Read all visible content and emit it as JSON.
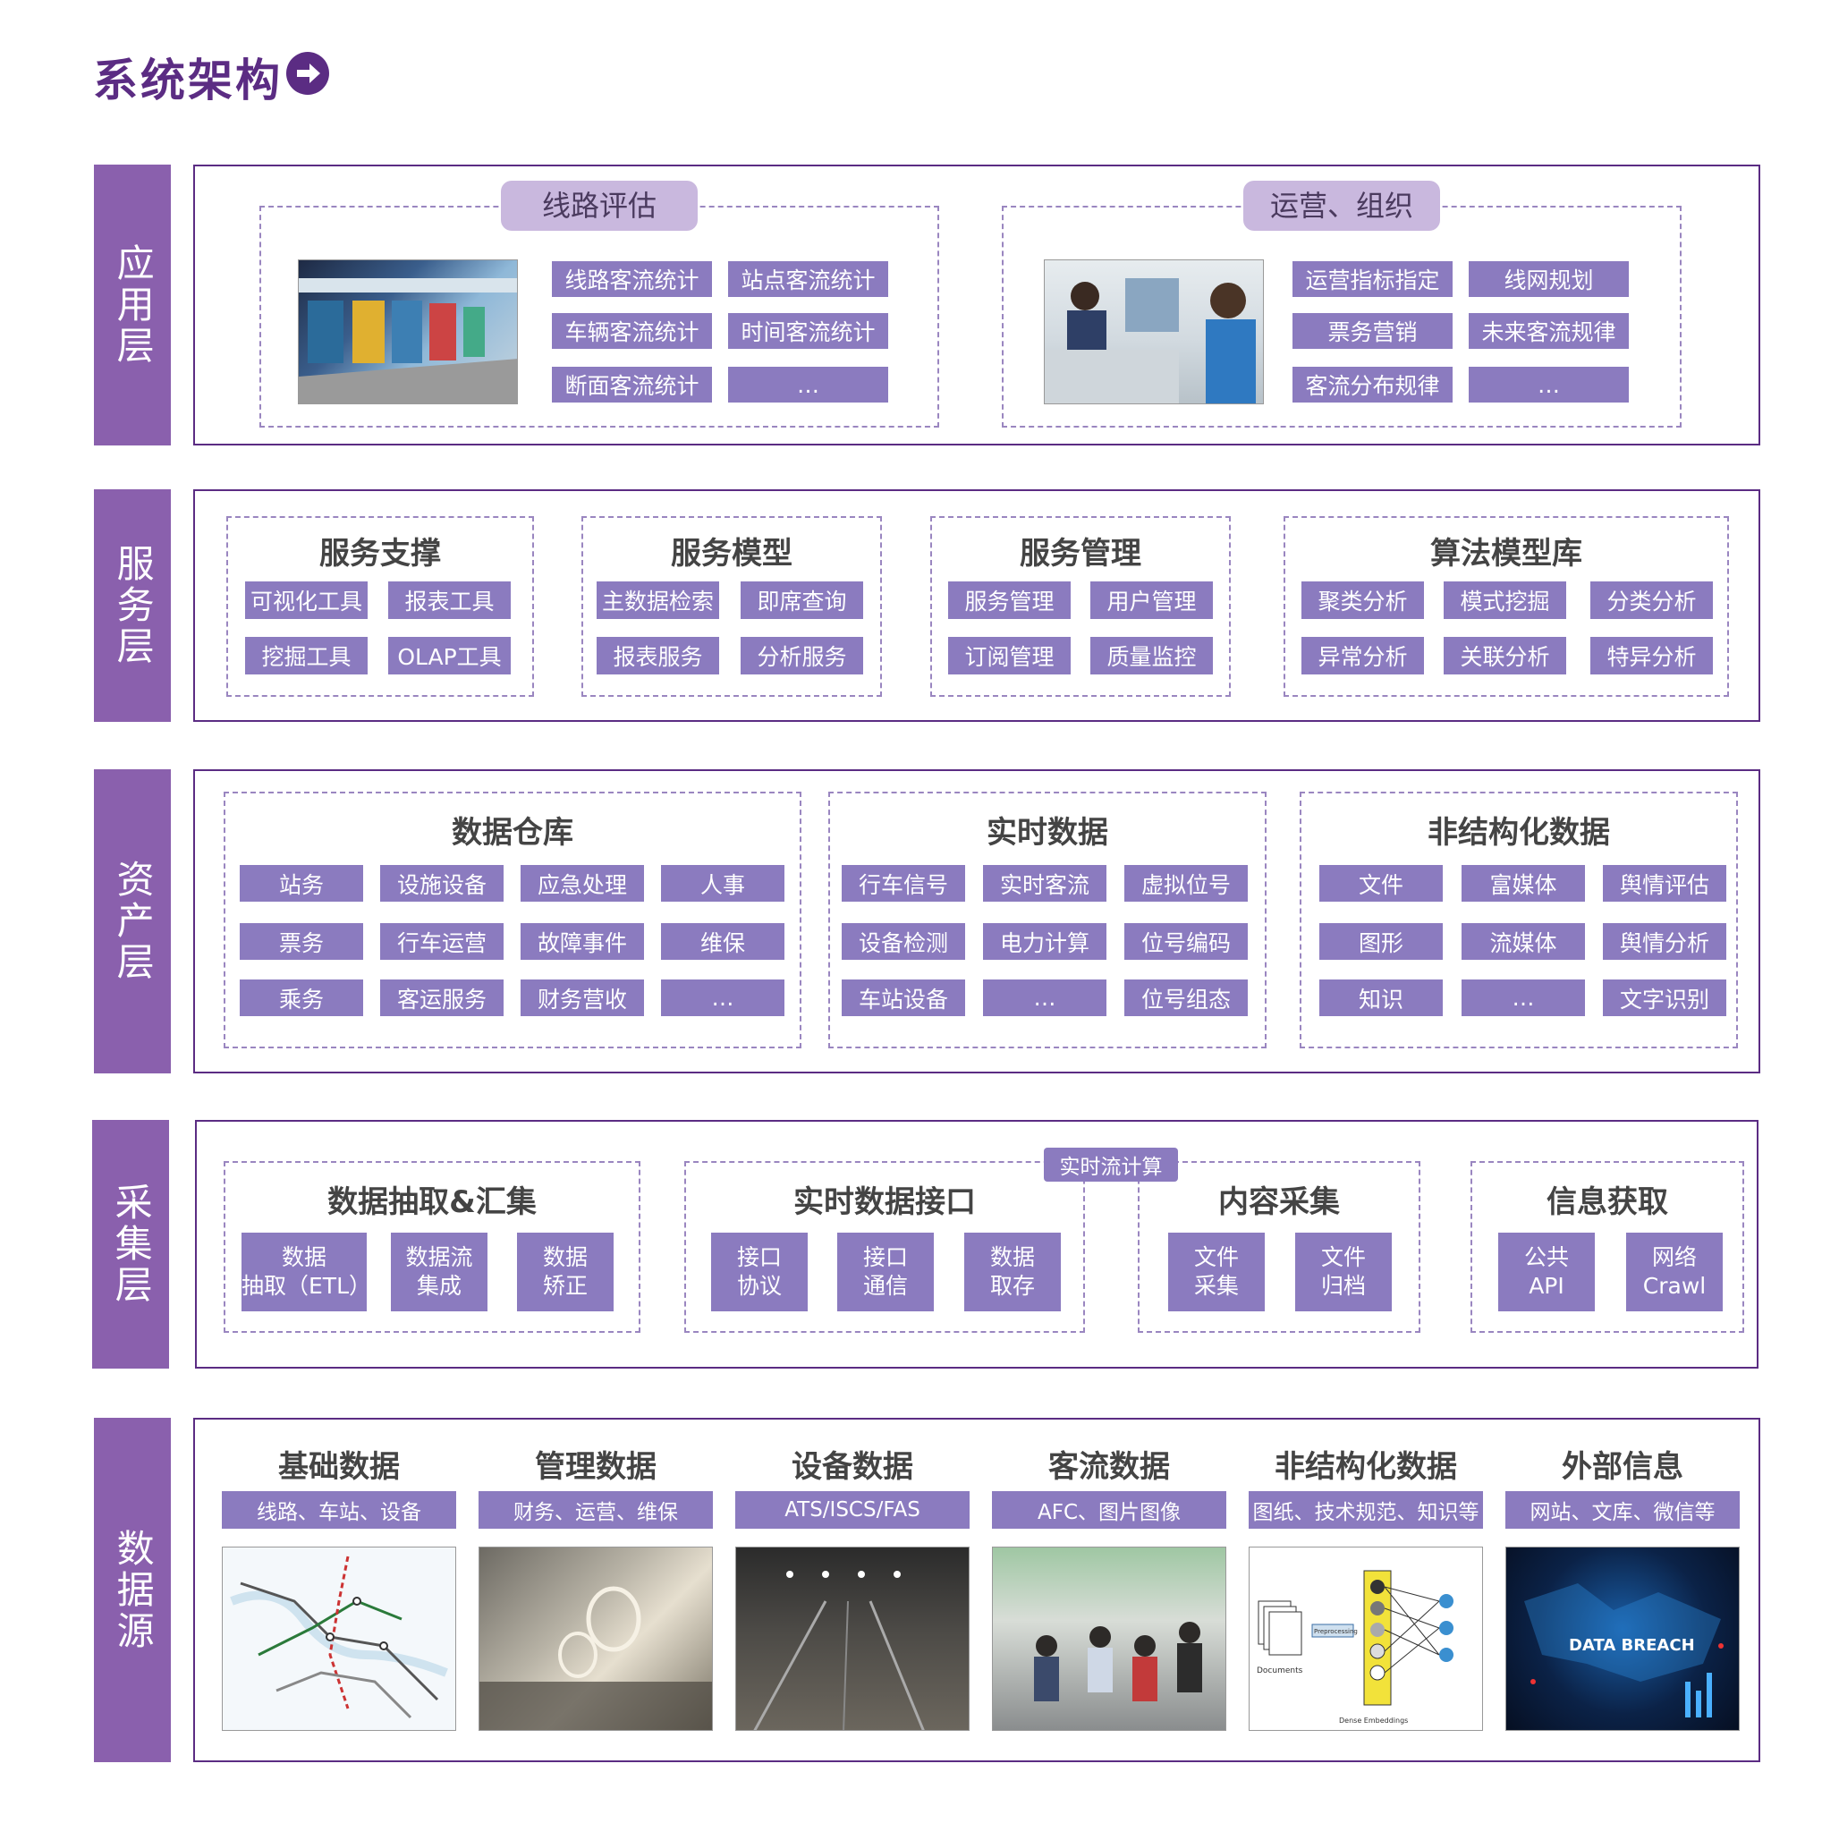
{
  "title": "系统架构",
  "layers": {
    "app": "应用层",
    "service": "服务层",
    "asset": "资产层",
    "collect": "采集层",
    "source": "数据源"
  },
  "app": {
    "route": {
      "title": "线路评估",
      "items": [
        "线路客流统计",
        "站点客流统计",
        "车辆客流统计",
        "时间客流统计",
        "断面客流统计",
        "…"
      ]
    },
    "ops": {
      "title": "运营、组织",
      "items": [
        "运营指标指定",
        "线网规划",
        "票务营销",
        "未来客流规律",
        "客流分布规律",
        "…"
      ]
    }
  },
  "service": {
    "support": {
      "title": "服务支撑",
      "items": [
        "可视化工具",
        "报表工具",
        "挖掘工具",
        "OLAP工具"
      ]
    },
    "model": {
      "title": "服务模型",
      "items": [
        "主数据检索",
        "即席查询",
        "报表服务",
        "分析服务"
      ]
    },
    "manage": {
      "title": "服务管理",
      "items": [
        "服务管理",
        "用户管理",
        "订阅管理",
        "质量监控"
      ]
    },
    "algo": {
      "title": "算法模型库",
      "items": [
        "聚类分析",
        "模式挖掘",
        "分类分析",
        "异常分析",
        "关联分析",
        "特异分析"
      ]
    }
  },
  "asset": {
    "warehouse": {
      "title": "数据仓库",
      "items": [
        "站务",
        "设施设备",
        "应急处理",
        "人事",
        "票务",
        "行车运营",
        "故障事件",
        "维保",
        "乘务",
        "客运服务",
        "财务营收",
        "…"
      ]
    },
    "realtime": {
      "title": "实时数据",
      "items": [
        "行车信号",
        "实时客流",
        "虚拟位号",
        "设备检测",
        "电力计算",
        "位号编码",
        "车站设备",
        "…",
        "位号组态"
      ]
    },
    "unstruct": {
      "title": "非结构化数据",
      "items": [
        "文件",
        "富媒体",
        "舆情评估",
        "图形",
        "流媒体",
        "舆情分析",
        "知识",
        "…",
        "文字识别"
      ]
    }
  },
  "collect": {
    "extract": {
      "title": "数据抽取&汇集",
      "items": [
        [
          "数据",
          "抽取（ETL）"
        ],
        [
          "数据流",
          "集成"
        ],
        [
          "数据",
          "矫正"
        ]
      ]
    },
    "stream_tag": "实时流计算",
    "rt_interface": {
      "title": "实时数据接口",
      "items": [
        [
          "接口",
          "协议"
        ],
        [
          "接口",
          "通信"
        ],
        [
          "数据",
          "取存"
        ]
      ]
    },
    "content": {
      "title": "内容采集",
      "items": [
        [
          "文件",
          "采集"
        ],
        [
          "文件",
          "归档"
        ]
      ]
    },
    "info": {
      "title": "信息获取",
      "items": [
        [
          "公共",
          "API"
        ],
        [
          "网络",
          "Crawl"
        ]
      ]
    }
  },
  "source": {
    "cols": [
      {
        "title": "基础数据",
        "sub": "线路、车站、设备"
      },
      {
        "title": "管理数据",
        "sub": "财务、运营、维保"
      },
      {
        "title": "设备数据",
        "sub": "ATS/ISCS/FAS"
      },
      {
        "title": "客流数据",
        "sub": "AFC、图片图像"
      },
      {
        "title": "非结构化数据",
        "sub": "图纸、技术规范、知识等"
      },
      {
        "title": "外部信息",
        "sub": "网站、文库、微信等"
      }
    ],
    "embed_labels": {
      "docs": "Documents",
      "pre": "Preprocessing",
      "dense": "Dense Embeddings"
    },
    "breach_label": "DATA BREACH"
  },
  "colors": {
    "brand": "#5b2c83",
    "layer": "#8a60ad",
    "chip": "#8b7bbf",
    "pill": "#c9b8de"
  }
}
